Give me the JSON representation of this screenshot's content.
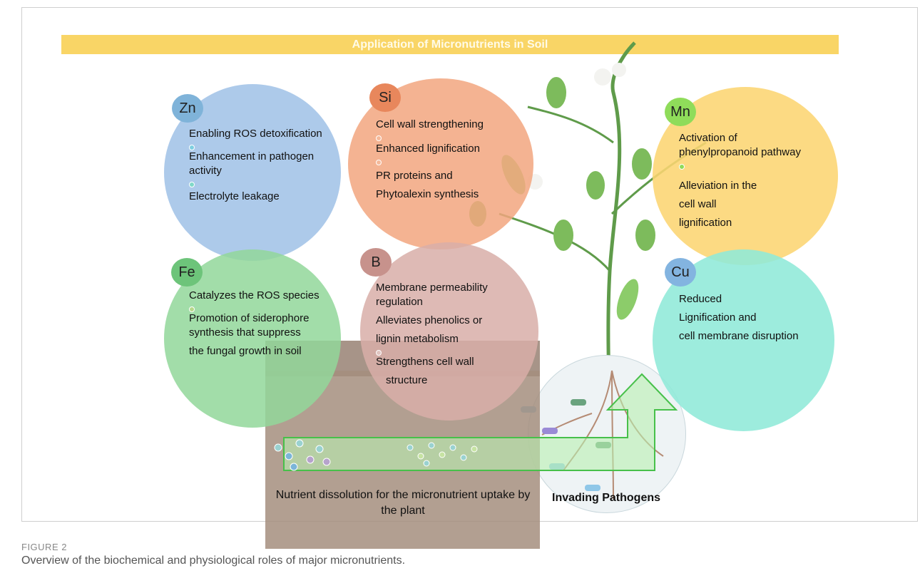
{
  "banner": {
    "title": "Application of Micronutrients in Soil"
  },
  "nutrients": [
    {
      "symbol": "Zn",
      "lines": [
        "Enabling ROS detoxification",
        "Enhancement in pathogen",
        "activity",
        "Electrolyte leakage"
      ]
    },
    {
      "symbol": "Si",
      "lines": [
        "Cell wall strengthening",
        "Enhanced lignification",
        "PR proteins and",
        "Phytoalexin synthesis"
      ]
    },
    {
      "symbol": "Mn",
      "lines": [
        "Activation of",
        "phenylpropanoid pathway",
        "Alleviation in the",
        "cell wall",
        "lignification"
      ]
    },
    {
      "symbol": "Fe",
      "lines": [
        "Catalyzes the ROS species",
        "Promotion of siderophore",
        "synthesis that suppress",
        "the fungal growth in soil"
      ]
    },
    {
      "symbol": "B",
      "lines": [
        "Membrane permeability",
        "regulation",
        "Alleviates phenolics or",
        "lignin metabolism",
        "Strengthens cell wall",
        "structure"
      ]
    },
    {
      "symbol": "Cu",
      "lines": [
        "Reduced",
        "Lignification and",
        "cell membrane disruption"
      ]
    }
  ],
  "soil_label": "Nutrient dissolution for the micronutrient uptake by the plant",
  "pathogen_label": "Invading Pathogens",
  "caption": {
    "label": "FIGURE 2",
    "text": "Overview of the biochemical and physiological roles of major micronutrients."
  },
  "colors": {
    "banner": "#f9d566",
    "zn": "#9fc1e6",
    "si": "#f2a67f",
    "mn": "#fcd572",
    "fe": "#92d79a",
    "b": "#d8aea8",
    "cu": "#8fe9d8",
    "arrow": "#b9f0b0"
  }
}
